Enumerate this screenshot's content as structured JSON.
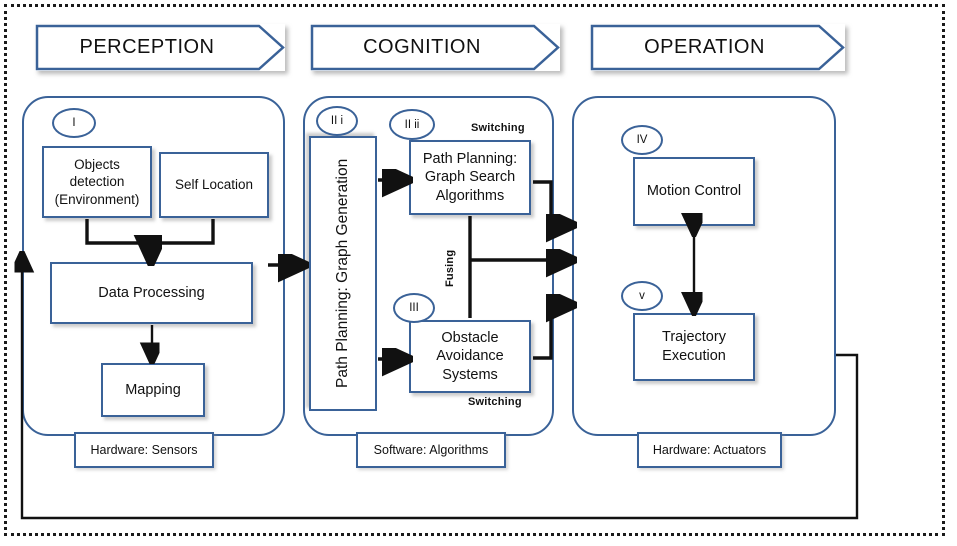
{
  "diagram": {
    "title_banners": [
      {
        "id": "perception",
        "label": "PERCEPTION"
      },
      {
        "id": "cognition",
        "label": "COGNITION"
      },
      {
        "id": "operation",
        "label": "OPERATION"
      }
    ],
    "stages": [
      {
        "id": "perception",
        "footer_tag": "Hardware: Sensors",
        "bubbles": [
          {
            "id": "I",
            "label": "I"
          }
        ],
        "boxes": [
          {
            "id": "objects-detection",
            "label": "Objects detection (Environment)"
          },
          {
            "id": "self-location",
            "label": "Self Location"
          },
          {
            "id": "data-processing",
            "label": "Data Processing"
          },
          {
            "id": "mapping",
            "label": "Mapping"
          }
        ]
      },
      {
        "id": "cognition",
        "footer_tag": "Software: Algorithms",
        "bubbles": [
          {
            "id": "II-i",
            "label": "II i"
          },
          {
            "id": "II-ii",
            "label": "II ii"
          },
          {
            "id": "III",
            "label": "III"
          }
        ],
        "boxes": [
          {
            "id": "graph-generation",
            "label": "Path Planning: Graph Generation"
          },
          {
            "id": "graph-search",
            "label": "Path Planning: Graph Search Algorithms"
          },
          {
            "id": "obstacle-avoidance",
            "label": "Obstacle Avoidance Systems"
          }
        ]
      },
      {
        "id": "operation",
        "footer_tag": "Hardware: Actuators",
        "bubbles": [
          {
            "id": "IV",
            "label": "IV"
          },
          {
            "id": "V",
            "label": "v"
          }
        ],
        "boxes": [
          {
            "id": "motion-control",
            "label": "Motion Control"
          },
          {
            "id": "trajectory-execution",
            "label": "Trajectory Execution"
          }
        ]
      }
    ],
    "connector_labels": [
      {
        "id": "switching-top",
        "label": "Switching"
      },
      {
        "id": "fusing",
        "label": "Fusing"
      },
      {
        "id": "switching-bottom",
        "label": "Switching"
      }
    ],
    "colors": {
      "stroke_blue": "#3a6298",
      "arrow_black": "#111111",
      "background": "#ffffff",
      "frame_dotted": "#1a1a1a"
    }
  }
}
